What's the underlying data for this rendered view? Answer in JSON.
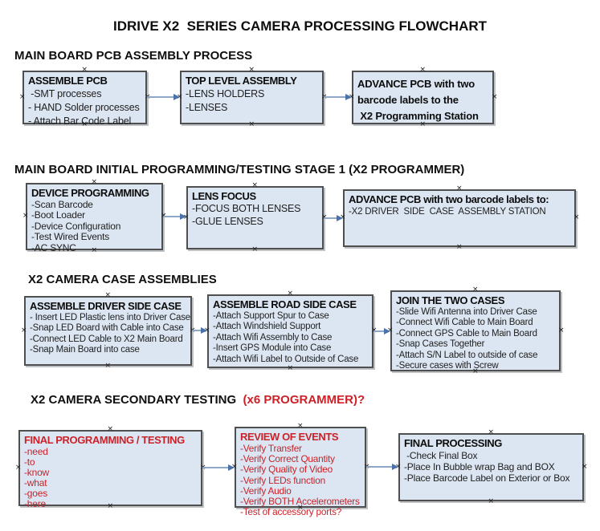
{
  "title": "IDRIVE X2  SERIES CAMERA PROCESSING FLOWCHART",
  "colors": {
    "accent_red": "#cc2128",
    "box_fill": "#dce6f2",
    "box_border": "#4f4f4f",
    "arrow_line": "#8ea6c8",
    "arrow_head": "#4a72a8"
  },
  "sections": [
    {
      "heading": "MAIN BOARD PCB ASSEMBLY PROCESS",
      "boxes": [
        {
          "name": "assemble-pcb",
          "title": "ASSEMBLE PCB",
          "items": [
            " -SMT processes",
            "- HAND Solder processes",
            "- Attach Bar Code Label"
          ]
        },
        {
          "name": "top-level-assembly",
          "title": "TOP LEVEL ASSEMBLY",
          "items": [
            "-LENS HOLDERS",
            "-LENSES"
          ]
        },
        {
          "name": "advance-pcb-to-programming-station",
          "title": "",
          "items": [
            "ADVANCE PCB with two",
            "barcode labels to the",
            " X2 Programming Station"
          ]
        }
      ]
    },
    {
      "heading": "MAIN BOARD INITIAL PROGRAMMING/TESTING STAGE 1 (X2 PROGRAMMER)",
      "boxes": [
        {
          "name": "device-programming",
          "title": "DEVICE PROGRAMMING",
          "items": [
            "-Scan Barcode",
            "-Boot Loader",
            "-Device Configuration",
            "-Test Wired Events",
            "-AC SYNC"
          ]
        },
        {
          "name": "lens-focus",
          "title": "LENS FOCUS",
          "items": [
            "-FOCUS BOTH LENSES",
            "-GLUE LENSES"
          ]
        },
        {
          "name": "advance-pcb-to-case-assembly",
          "title": "ADVANCE PCB with two barcode labels to:",
          "items": [
            "-X2 DRIVER  SIDE  CASE  ASSEMBLY STATION"
          ]
        }
      ]
    },
    {
      "heading": "X2 CAMERA CASE ASSEMBLIES",
      "boxes": [
        {
          "name": "assemble-driver-side-case",
          "title": "ASSEMBLE DRIVER SIDE CASE",
          "items": [
            "- Insert LED Plastic lens into Driver Case",
            "-Snap LED Board with Cable into Case",
            "-Connect LED Cable to X2 Main Board",
            "-Snap Main Board into case"
          ]
        },
        {
          "name": "assemble-road-side-case",
          "title": "ASSEMBLE ROAD SIDE CASE",
          "items": [
            "-Attach Support Spur to Case",
            "-Attach Windshield Support",
            "-Attach Wifi Assembly to Case",
            "-Insert GPS Module into Case",
            "-Attach Wifi Label to Outside of Case"
          ]
        },
        {
          "name": "join-the-two-cases",
          "title": "JOIN THE TWO CASES",
          "items": [
            "-Slide Wifi Antenna into Driver Case",
            "-Connect Wifi Cable to Main Board",
            "-Connect GPS Cable to Main Board",
            "-Snap Cases Together",
            "-Attach S/N Label to outside of case",
            "-Secure cases with Screw"
          ]
        }
      ]
    },
    {
      "heading": "X2 CAMERA SECONDARY TESTING  ",
      "heading_red": "(x6 PROGRAMMER)?",
      "boxes": [
        {
          "name": "final-programming-testing",
          "red": true,
          "title": "FINAL PROGRAMMING / TESTING",
          "items": [
            "-need",
            "-to",
            "-know",
            "-what",
            "-goes",
            "-here"
          ]
        },
        {
          "name": "review-of-events",
          "red": true,
          "title": "REVIEW OF EVENTS",
          "items": [
            "-Verify Transfer",
            "-Verify Correct Quantity",
            "-Verify Quality of Video",
            "-Verify LEDs function",
            "-Verify Audio",
            "-Verify BOTH Accelerometers",
            "-Test of accessory ports?"
          ]
        },
        {
          "name": "final-processing",
          "title": "FINAL PROCESSING",
          "items": [
            " -Check Final Box",
            "-Place In Bubble wrap Bag and BOX",
            "-Place Barcode Label on Exterior or Box"
          ]
        }
      ]
    }
  ]
}
